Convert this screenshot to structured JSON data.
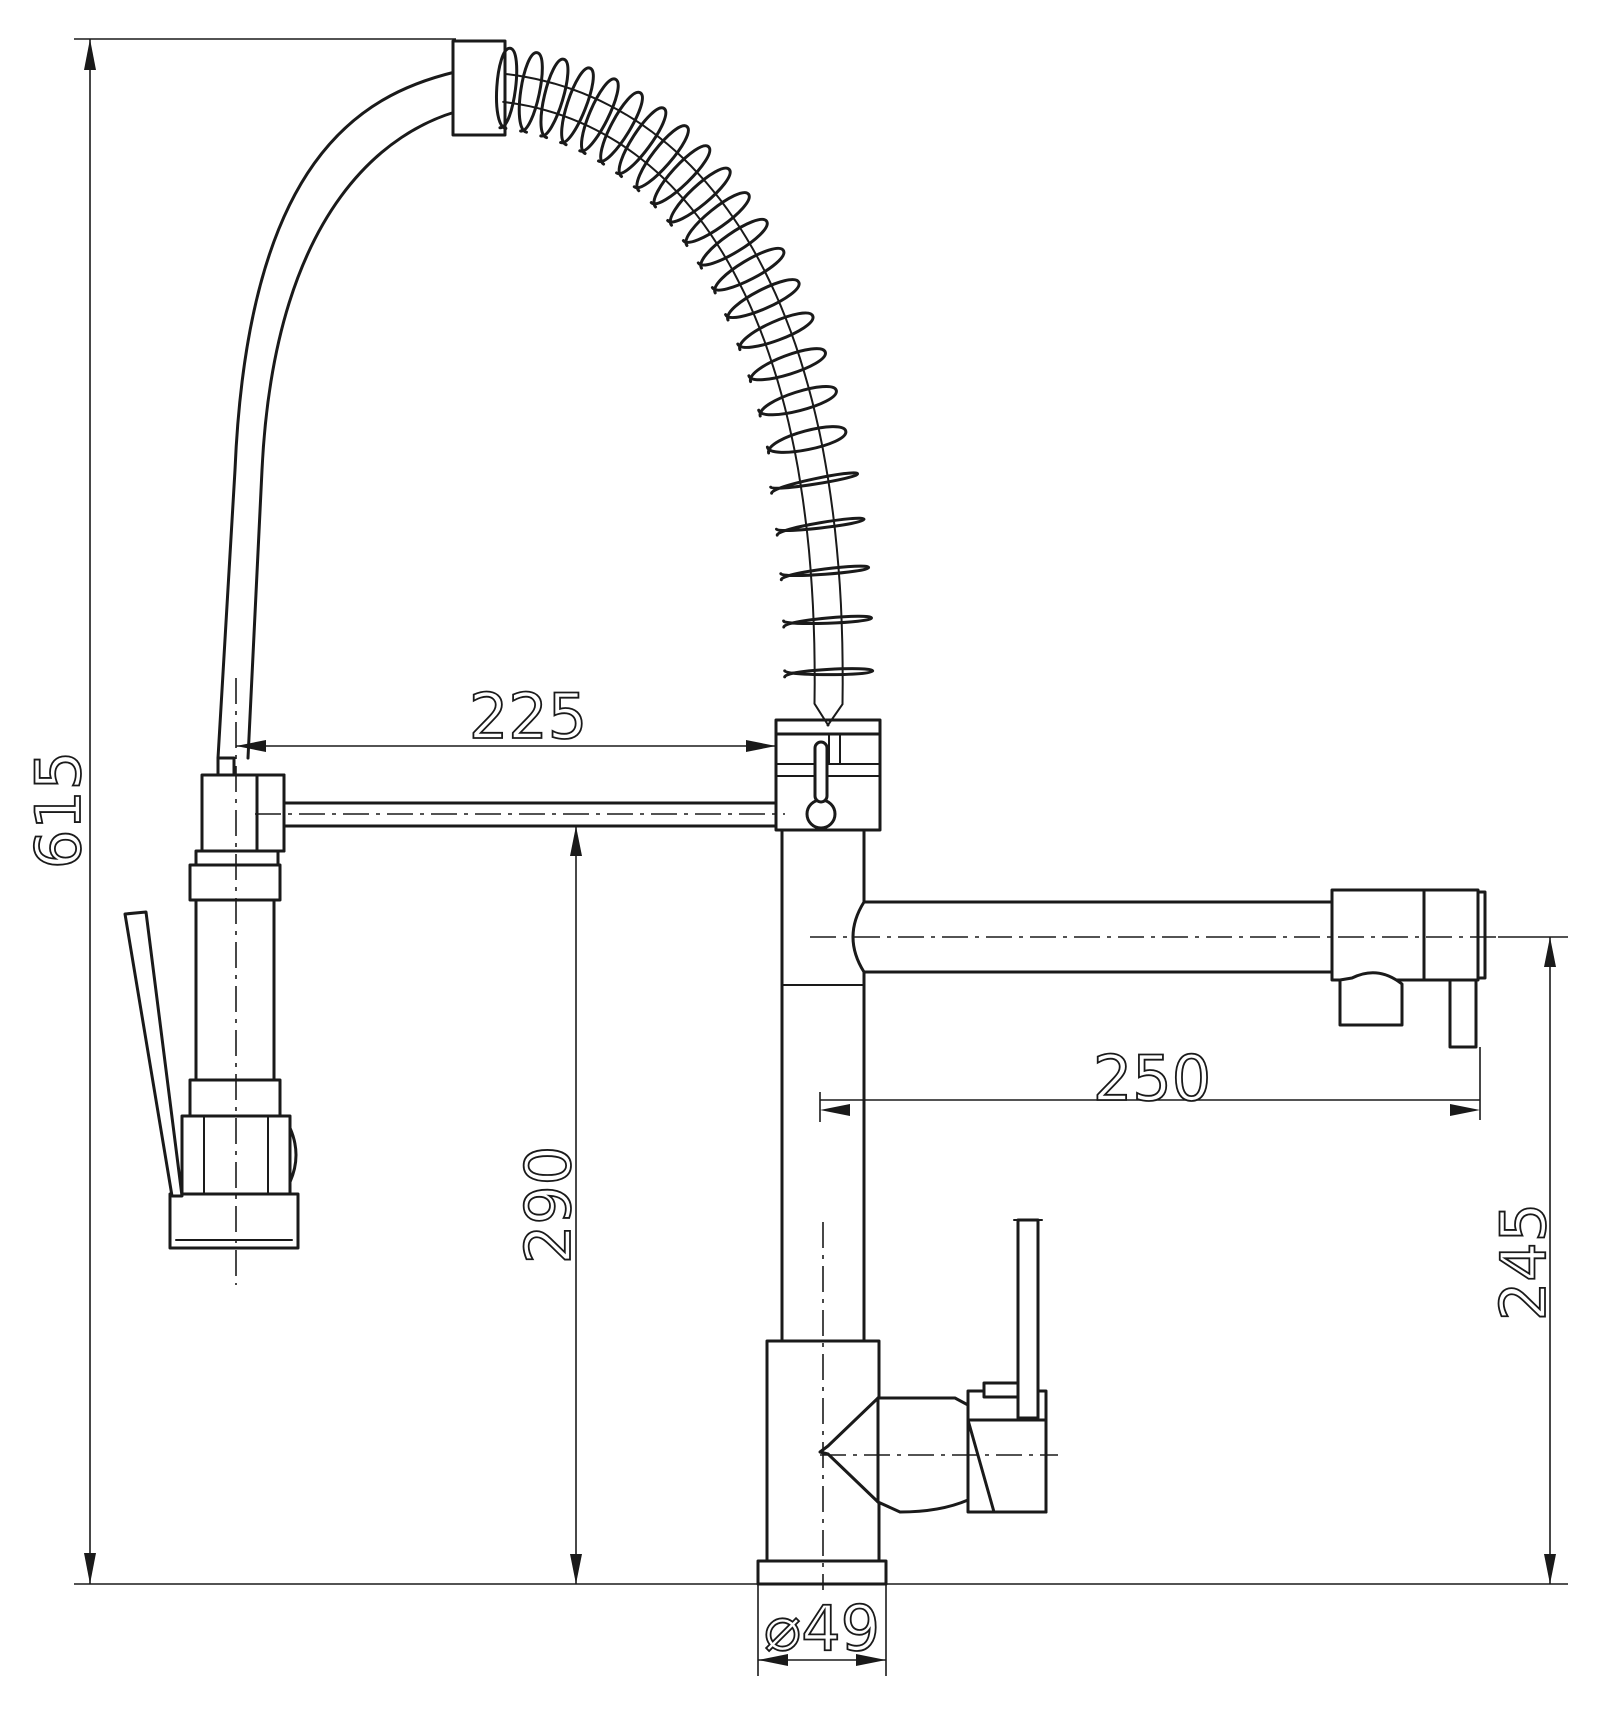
{
  "drawing": {
    "colors": {
      "line": "#1a1a1a",
      "background": "#ffffff"
    },
    "dimensions": {
      "overall_height": "615",
      "spray_arm_reach": "225",
      "spray_arm_height": "290",
      "spout_reach": "250",
      "spout_height": "245",
      "base_diameter": "⌀49"
    }
  }
}
